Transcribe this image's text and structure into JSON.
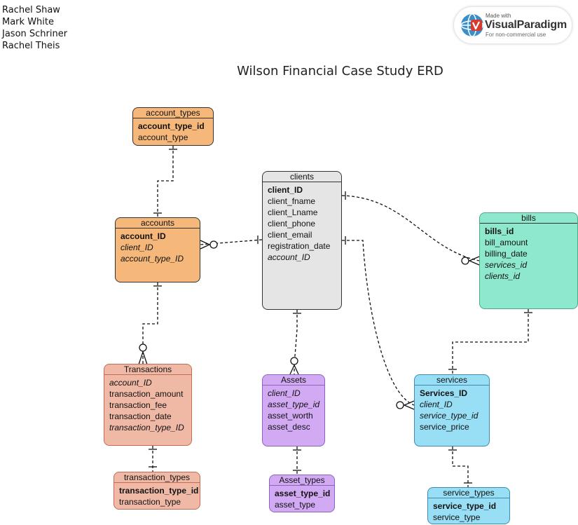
{
  "authors": [
    "Rachel Shaw",
    "Mark White",
    "Jason Schriner",
    "Rachel Theis"
  ],
  "title": "Wilson Financial Case Study ERD",
  "logo": {
    "made_with": "Made with",
    "brand_a": "Visual",
    "brand_b": "Paradigm",
    "note": "For non-commercial use"
  },
  "colors": {
    "orange": "#f5b87a",
    "salmon": "#f0b9a6",
    "grey": "#e5e5e5",
    "purple": "#d2aaf3",
    "cyan": "#98def5",
    "mint": "#8ee8cd"
  },
  "entities": {
    "account_types": {
      "name": "account_types",
      "fields": [
        {
          "text": "account_type_id",
          "kind": "pk"
        },
        {
          "text": "account_type",
          "kind": "normal"
        }
      ]
    },
    "accounts": {
      "name": "accounts",
      "fields": [
        {
          "text": "account_ID",
          "kind": "pk"
        },
        {
          "text": "client_ID",
          "kind": "fk"
        },
        {
          "text": "account_type_ID",
          "kind": "fk"
        }
      ]
    },
    "clients": {
      "name": "clients",
      "fields": [
        {
          "text": "client_ID",
          "kind": "pk"
        },
        {
          "text": "client_fname",
          "kind": "normal"
        },
        {
          "text": "client_Lname",
          "kind": "normal"
        },
        {
          "text": "client_phone",
          "kind": "normal"
        },
        {
          "text": "client_email",
          "kind": "normal"
        },
        {
          "text": "registration_date",
          "kind": "normal"
        },
        {
          "text": "account_ID",
          "kind": "fk"
        }
      ]
    },
    "bills": {
      "name": "bills",
      "fields": [
        {
          "text": "bills_id",
          "kind": "pk"
        },
        {
          "text": "bill_amount",
          "kind": "normal"
        },
        {
          "text": "billing_date",
          "kind": "normal"
        },
        {
          "text": "services_id",
          "kind": "fk"
        },
        {
          "text": "clients_id",
          "kind": "fk"
        }
      ]
    },
    "transactions": {
      "name": "Transactions",
      "fields": [
        {
          "text": "account_ID",
          "kind": "fk"
        },
        {
          "text": "transaction_amount",
          "kind": "normal"
        },
        {
          "text": "transaction_fee",
          "kind": "normal"
        },
        {
          "text": "transaction_date",
          "kind": "normal"
        },
        {
          "text": "transaction_type_ID",
          "kind": "fk"
        }
      ]
    },
    "assets": {
      "name": "Assets",
      "fields": [
        {
          "text": "client_ID",
          "kind": "fk"
        },
        {
          "text": "asset_type_id",
          "kind": "fk"
        },
        {
          "text": "asset_worth",
          "kind": "normal"
        },
        {
          "text": "asset_desc",
          "kind": "normal"
        }
      ]
    },
    "services": {
      "name": "services",
      "fields": [
        {
          "text": "Services_ID",
          "kind": "pk"
        },
        {
          "text": "client_ID",
          "kind": "fk"
        },
        {
          "text": "service_type_id",
          "kind": "fk"
        },
        {
          "text": "service_price",
          "kind": "normal"
        }
      ]
    },
    "transaction_types": {
      "name": "transaction_types",
      "fields": [
        {
          "text": "transaction_type_id",
          "kind": "pk"
        },
        {
          "text": "transaction_type",
          "kind": "normal"
        }
      ]
    },
    "asset_types": {
      "name": "Asset_types",
      "fields": [
        {
          "text": "asset_type_id",
          "kind": "pk"
        },
        {
          "text": "asset_type",
          "kind": "normal"
        }
      ]
    },
    "service_types": {
      "name": "service_types",
      "fields": [
        {
          "text": "service_type_id",
          "kind": "pk"
        },
        {
          "text": "service_type",
          "kind": "normal"
        }
      ]
    }
  },
  "relationships": [
    {
      "from": "account_types",
      "to": "accounts",
      "from_end": "one",
      "to_end": "one"
    },
    {
      "from": "clients",
      "to": "accounts",
      "from_end": "one",
      "to_end": "zero-or-many"
    },
    {
      "from": "clients",
      "to": "bills",
      "from_end": "one",
      "to_end": "zero-or-many"
    },
    {
      "from": "clients",
      "to": "services",
      "from_end": "one",
      "to_end": "zero-or-many"
    },
    {
      "from": "clients",
      "to": "assets",
      "from_end": "one",
      "to_end": "zero-or-many"
    },
    {
      "from": "accounts",
      "to": "transactions",
      "from_end": "one",
      "to_end": "zero-or-many"
    },
    {
      "from": "transaction_types",
      "to": "transactions",
      "from_end": "one",
      "to_end": "one"
    },
    {
      "from": "asset_types",
      "to": "assets",
      "from_end": "one",
      "to_end": "one"
    },
    {
      "from": "bills",
      "to": "services",
      "from_end": "one",
      "to_end": "one"
    },
    {
      "from": "service_types",
      "to": "services",
      "from_end": "one",
      "to_end": "one"
    }
  ]
}
